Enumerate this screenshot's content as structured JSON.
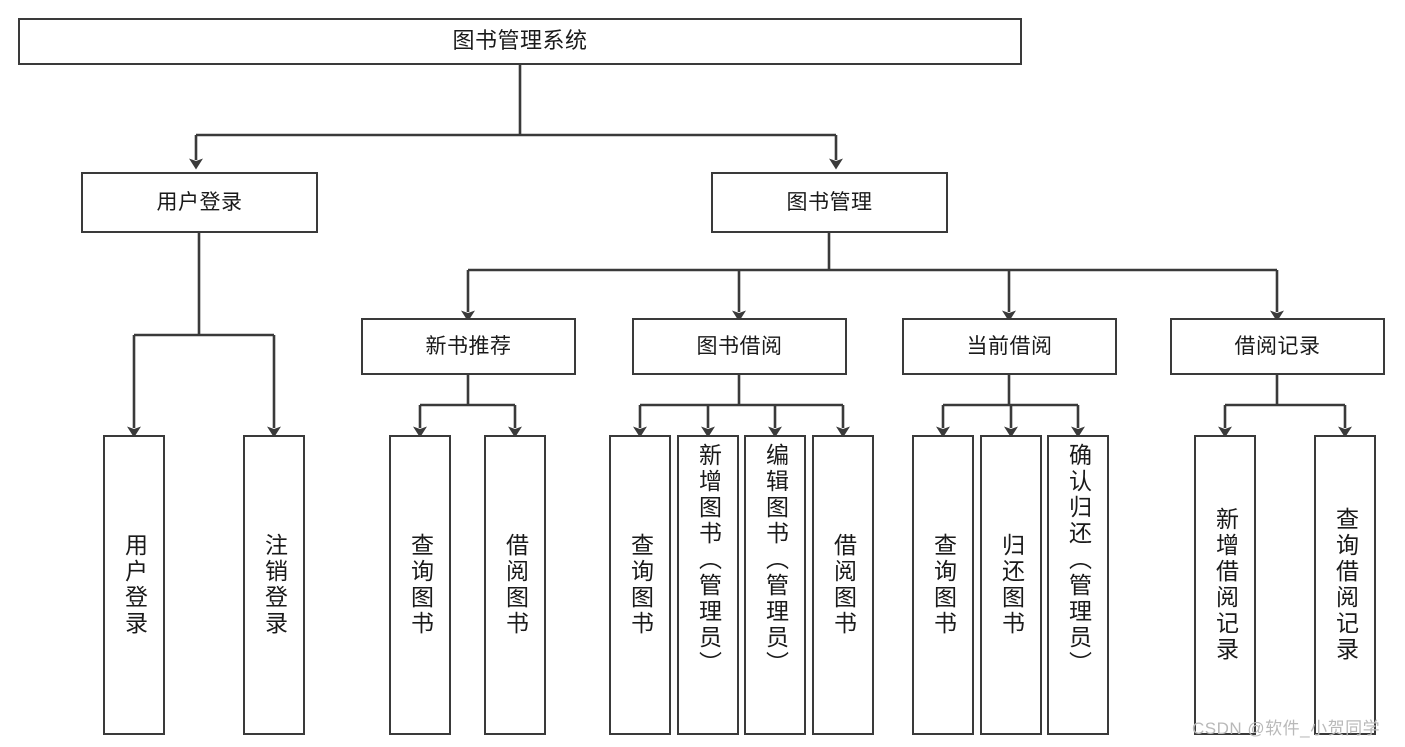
{
  "diagram": {
    "type": "tree",
    "title": "图书管理系统",
    "root": {
      "id": "root",
      "label": "图书管理系统"
    },
    "level2": [
      {
        "id": "user-login",
        "label": "用户登录"
      },
      {
        "id": "book-manage",
        "label": "图书管理"
      }
    ],
    "level3": [
      {
        "id": "new-book-rec",
        "label": "新书推荐"
      },
      {
        "id": "book-borrow",
        "label": "图书借阅"
      },
      {
        "id": "current-borrow",
        "label": "当前借阅"
      },
      {
        "id": "borrow-record",
        "label": "借阅记录"
      }
    ],
    "leaves": {
      "user_login": [
        {
          "id": "leaf-user-login",
          "label": "用户登录"
        },
        {
          "id": "leaf-logout",
          "label": "注销登录"
        }
      ],
      "new_book_rec": [
        {
          "id": "leaf-query-book-1",
          "label": "查询图书"
        },
        {
          "id": "leaf-borrow-book-1",
          "label": "借阅图书"
        }
      ],
      "book_borrow": [
        {
          "id": "leaf-query-book-2",
          "label": "查询图书"
        },
        {
          "id": "leaf-add-book",
          "label": "新增图书（管理员）"
        },
        {
          "id": "leaf-edit-book",
          "label": "编辑图书（管理员）"
        },
        {
          "id": "leaf-borrow-book-2",
          "label": "借阅图书"
        }
      ],
      "current_borrow": [
        {
          "id": "leaf-query-book-3",
          "label": "查询图书"
        },
        {
          "id": "leaf-return-book",
          "label": "归还图书"
        },
        {
          "id": "leaf-confirm-return",
          "label": "确认归还（管理员）"
        }
      ],
      "borrow_record": [
        {
          "id": "leaf-add-record",
          "label": "新增借阅记录"
        },
        {
          "id": "leaf-query-record",
          "label": "查询借阅记录"
        }
      ]
    }
  },
  "watermark": {
    "text": "CSDN @软件_小贺同学"
  },
  "colors": {
    "background": "#ffffff",
    "border": "#3a3a3a",
    "text": "#1a1a1a",
    "watermark": "#b9b9b9"
  }
}
